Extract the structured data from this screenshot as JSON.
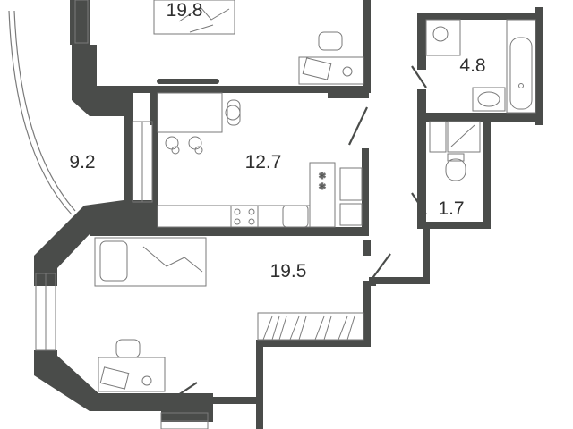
{
  "plan": {
    "wall_color": "#4a4c4a",
    "line_color": "#7a7a7a",
    "background": "#ffffff",
    "rooms": [
      {
        "id": "bedroom-top",
        "area": "19.8"
      },
      {
        "id": "balcony",
        "area": "9.2"
      },
      {
        "id": "kitchen",
        "area": "12.7"
      },
      {
        "id": "bathroom",
        "area": "4.8"
      },
      {
        "id": "toilet",
        "area": "1.7"
      },
      {
        "id": "bedroom-bottom",
        "area": "19.5"
      }
    ]
  }
}
